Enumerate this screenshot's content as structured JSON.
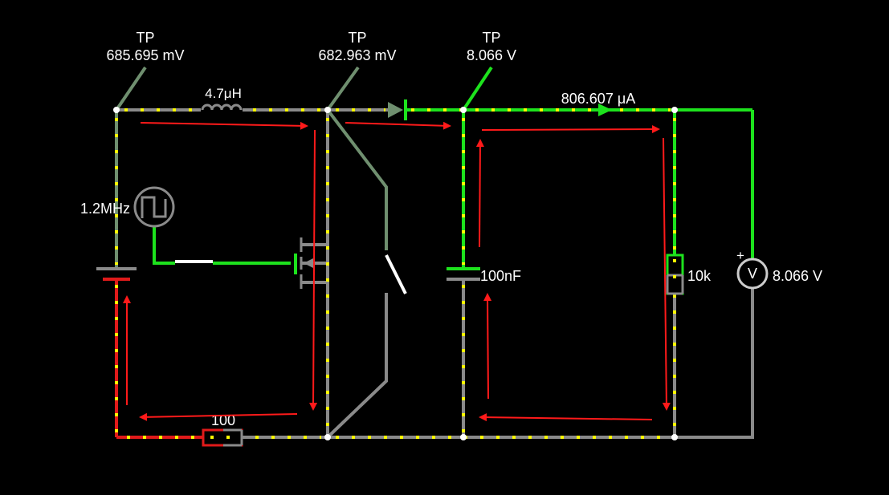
{
  "probes": [
    {
      "label": "TP",
      "value": "685.695 mV"
    },
    {
      "label": "TP",
      "value": "682.963 mV"
    },
    {
      "label": "TP",
      "value": "8.066 V"
    }
  ],
  "components": {
    "inductor": "4.7μH",
    "source_freq": "1.2MHz",
    "capacitor": "100nF",
    "load_resistor": "10k",
    "sense_resistor": "100",
    "voltmeter_symbol": "V",
    "voltmeter_plus": "+",
    "voltmeter_reading": "8.066 V",
    "output_current": "806.607 μA"
  },
  "colors": {
    "background": "#000000",
    "wire_low": "#8a8a8a",
    "wire_mid": "#6f8f6f",
    "wire_high": "#1de21d",
    "wire_negative": "#e01a1a",
    "current_dots": "#ffff00",
    "current_arrows": "#ff1a1a"
  }
}
